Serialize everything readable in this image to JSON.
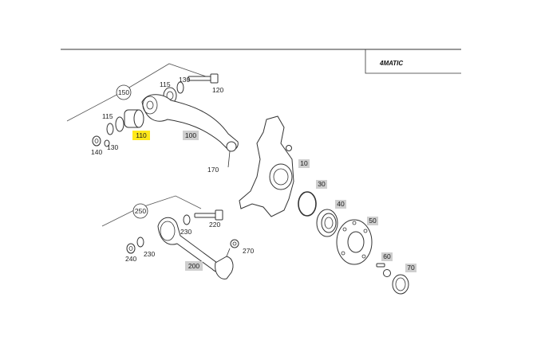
{
  "header": {
    "logo_text": "4MATIC"
  },
  "colors": {
    "highlight": "#ffe81a",
    "tag_grey": "#cfcfcf"
  },
  "callouts": {
    "c10": "10",
    "c30": "30",
    "c40": "40",
    "c50": "50",
    "c60": "60",
    "c70": "70",
    "c100": "100",
    "c110": "110",
    "c115a": "115",
    "c115b": "115",
    "c120": "120",
    "c130a": "130",
    "c130b": "130",
    "c140": "140",
    "c150": "150",
    "c170": "170",
    "c200": "200",
    "c220": "220",
    "c230a": "230",
    "c230b": "230",
    "c240": "240",
    "c250": "250",
    "c270": "270"
  },
  "selected_part": "110"
}
